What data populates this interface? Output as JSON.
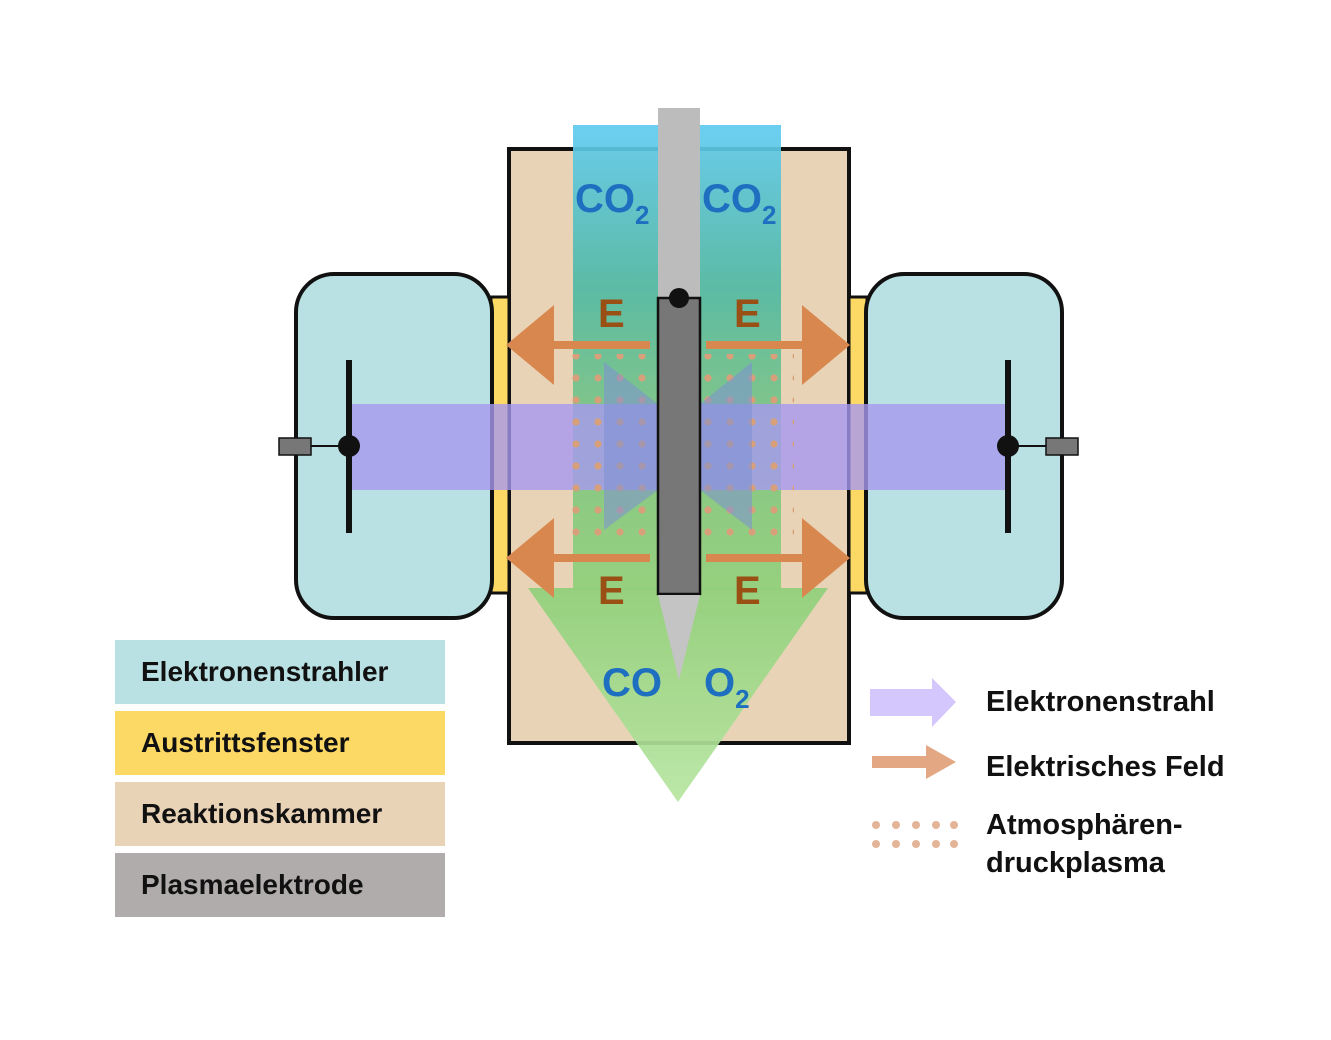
{
  "colors": {
    "emitter": "#b9e0e2",
    "window": "#fcd865",
    "chamber": "#e9d3b7",
    "electrode": "#b0acac",
    "electrode_dark": "#777777",
    "beam_in": "#5fcbf1",
    "beam_out": "#8fd07a",
    "electron_beam": "#a699f0",
    "field_arrow": "#d8884e",
    "plasma_dot": "#d8a07a",
    "label_blue": "#1f6fc0",
    "label_field": "#9a4f14"
  },
  "diagram": {
    "inflow_left": "CO",
    "inflow_right": "CO",
    "inflow_sub": "2",
    "field_label": "E",
    "product_left": "CO",
    "product_right": "O",
    "product_right_sub": "2"
  },
  "legend": [
    {
      "label": "Elektronenstrahler",
      "color": "#b9e0e2"
    },
    {
      "label": "Austrittsfenster",
      "color": "#fcd865"
    },
    {
      "label": "Reaktionskammer",
      "color": "#e9d3b7"
    },
    {
      "label": "Plasmaelektrode",
      "color": "#b0acac"
    }
  ],
  "key": {
    "electron_beam": "Elektronenstrahl",
    "electric_field": "Elektrisches Feld",
    "plasma_line1": "Atmosphären-",
    "plasma_line2": "druckplasma"
  }
}
